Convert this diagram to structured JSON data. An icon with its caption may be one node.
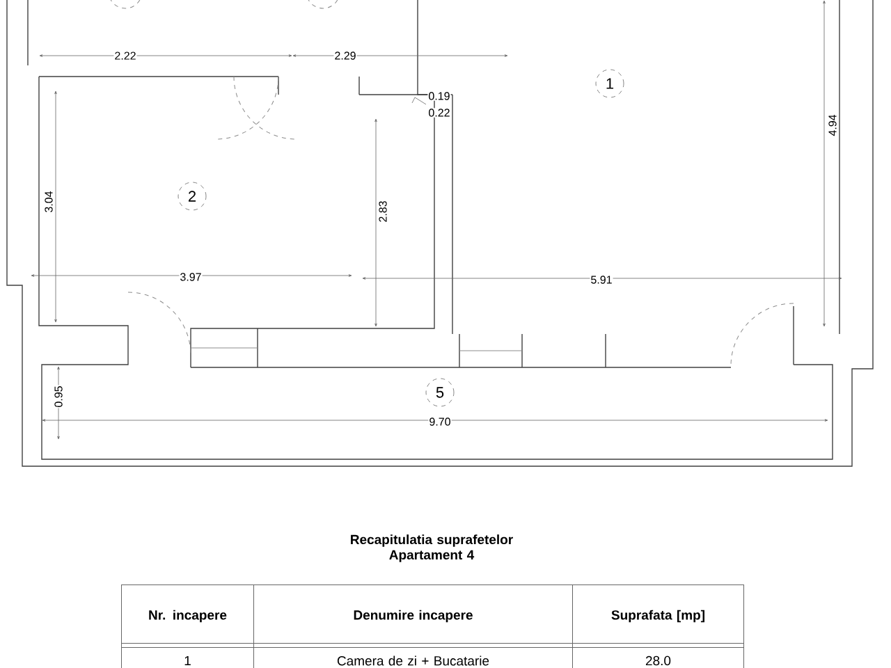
{
  "diagram": {
    "title": "Recapitulatia suprafetelor Apartament 4",
    "nodes": [
      {
        "text": [
          "1"
        ]
      },
      {
        "text": [
          "2"
        ]
      },
      {
        "text": [
          "5"
        ]
      }
    ],
    "edges": [],
    "labels": [
      "2.22",
      "2.29",
      "0.19",
      "0.22",
      "3.04",
      "2.83",
      "4.94",
      "3.97",
      "5.91",
      "0.95",
      "9.70",
      "Nr. incapere",
      "Denumire incapere",
      "Suprafata [mp]",
      "1",
      "Camera de zi + Bucatarie",
      "28.0"
    ]
  }
}
